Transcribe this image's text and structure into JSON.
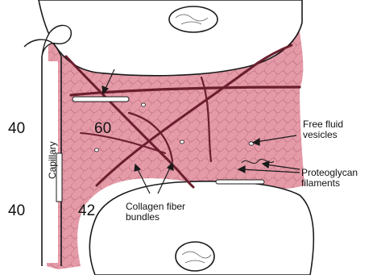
{
  "colors": {
    "interstitium": "#e59aa8",
    "collagen": "#6b1f2e",
    "cell_fill": "#ffffff",
    "outline": "#1a1a1a"
  },
  "labels": {
    "capillary": "Capillary",
    "free_fluid_line1": "Free fluid",
    "free_fluid_line2": "vesicles",
    "proteoglycan_line1": "Proteoglycan",
    "proteoglycan_line2": "filaments",
    "collagen_line1": "Collagen fiber",
    "collagen_line2": "bundles"
  },
  "pressures": {
    "left_upper": "40",
    "left_lower": "40",
    "interstitial_upper": "60",
    "interstitial_lower": "42"
  }
}
